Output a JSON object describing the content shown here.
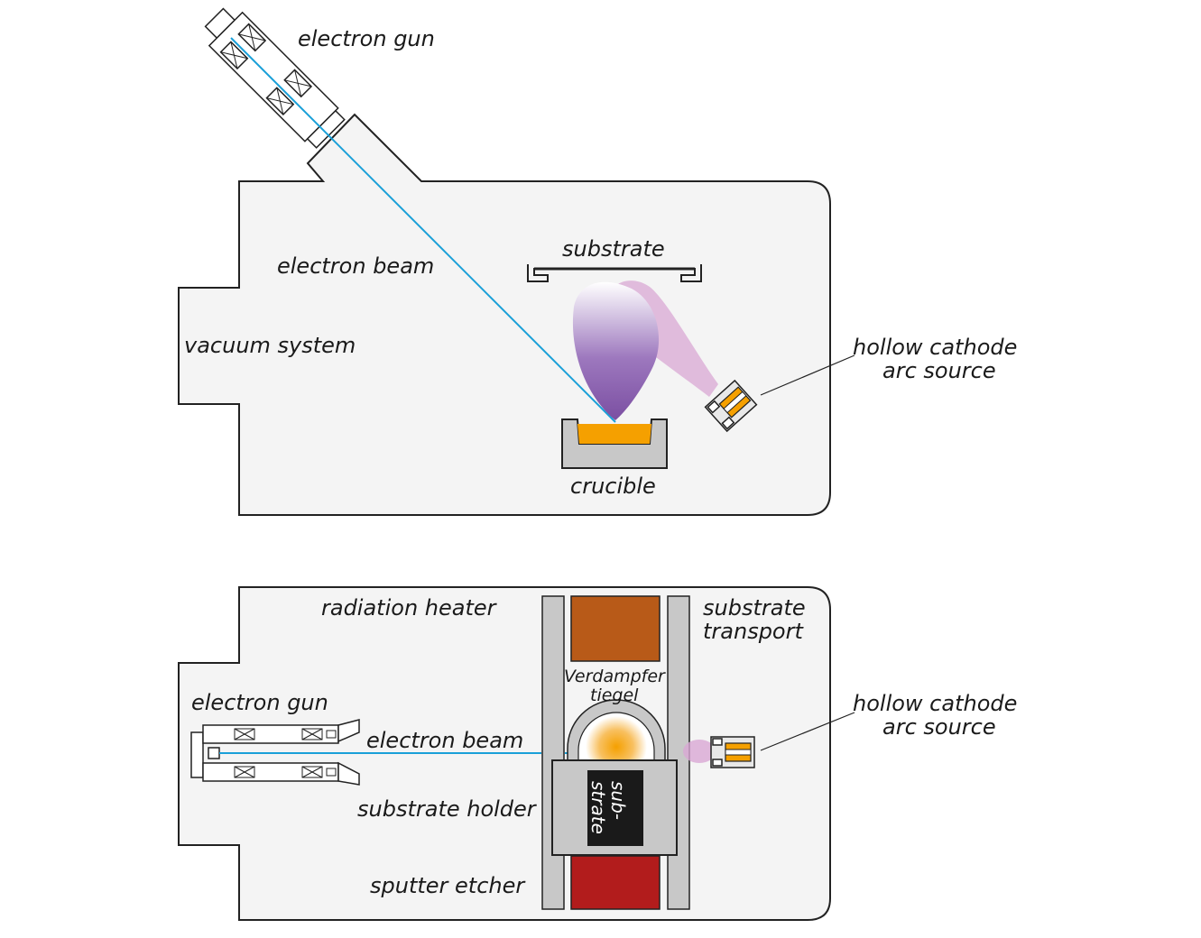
{
  "top": {
    "labels": {
      "electron_gun": "electron gun",
      "electron_beam": "electron beam",
      "vacuum_system": "vacuum system",
      "substrate": "substrate",
      "crucible": "crucible",
      "hollow_cathode_line1": "hollow cathode",
      "hollow_cathode_line2": "arc source"
    }
  },
  "bottom": {
    "labels": {
      "radiation_heater": "radiation heater",
      "substrate_transport_line1": "substrate",
      "substrate_transport_line2": "transport",
      "electron_gun": "electron gun",
      "electron_beam": "electron beam",
      "verdampfer_line1": "Verdampfer",
      "verdampfer_line2": "tiegel",
      "substrate_holder": "substrate holder",
      "substrate_vertical_line1": "sub-",
      "substrate_vertical_line2": "strate",
      "sputter_etcher": "sputter etcher",
      "hollow_cathode_line1": "hollow cathode",
      "hollow_cathode_line2": "arc source"
    }
  },
  "colors": {
    "chamber_fill": "#f4f4f4",
    "beam": "#1aa0d8",
    "melt": "#f5a000",
    "plume_purple": "#7b4fa2",
    "plume_pink": "#d9a8d4",
    "heater": "#b85a18",
    "etcher": "#b21c1c",
    "holder_gray": "#c8c8c8",
    "substrate_black": "#1a1a1a"
  }
}
